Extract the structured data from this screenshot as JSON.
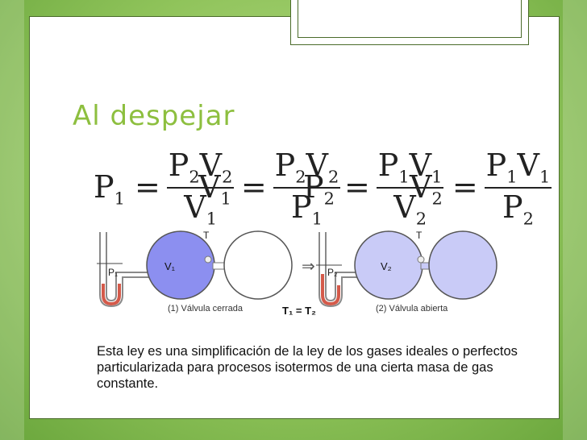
{
  "slide": {
    "title": "Al despejar",
    "formulas": [
      {
        "lhs": "P",
        "lhs_sub": "1",
        "num": "P",
        "num_sub1": "2",
        "num2": "V",
        "num_sub2": "2",
        "den": "V",
        "den_sub": "1"
      },
      {
        "lhs": "V",
        "lhs_sub": "1",
        "num": "P",
        "num_sub1": "2",
        "num2": "V",
        "num_sub2": "2",
        "den": "P",
        "den_sub": "1"
      },
      {
        "lhs": "P",
        "lhs_sub": "2",
        "num": "P",
        "num_sub1": "1",
        "num2": "V",
        "num_sub2": "1",
        "den": "V",
        "den_sub": "2"
      },
      {
        "lhs": "V",
        "lhs_sub": "2",
        "num": "P",
        "num_sub1": "1",
        "num2": "V",
        "num_sub2": "1",
        "den": "P",
        "den_sub": "2"
      }
    ],
    "diagram": {
      "left_label": "(1) Válvula cerrada",
      "right_label": "(2) Válvula abierta",
      "middle_label": "T₁ = T₂",
      "v1": "V₁",
      "v2": "V₂",
      "p1": "P₁",
      "p2": "P₂",
      "t": "T",
      "colors": {
        "sphere1": "#8c8ff0",
        "sphere2": "#c9cbf7",
        "mercury": "#d45a4a"
      }
    },
    "description": "Esta ley es una simplificación de la ley de los gases ideales o perfectos particularizada para procesos isotermos de una cierta masa de gas constante."
  }
}
